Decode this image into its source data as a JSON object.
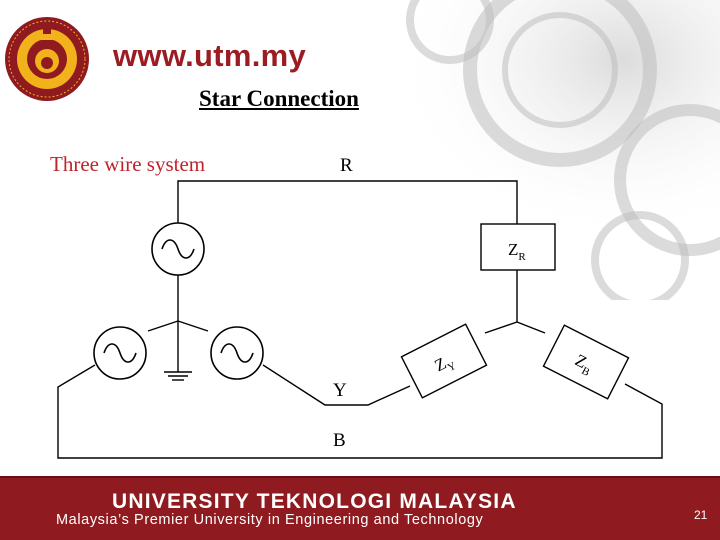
{
  "header": {
    "site_url": "www.utm.my",
    "logo_icon": "utm-crest-logo"
  },
  "slide": {
    "title": "Star Connection",
    "subtitle": "Three wire system"
  },
  "diagram": {
    "line_labels": {
      "r": "R",
      "y": "Y",
      "b": "B"
    },
    "impedances": [
      {
        "id": "zr",
        "main": "Z",
        "sub": "R"
      },
      {
        "id": "zy",
        "main": "Z",
        "sub": "Y"
      },
      {
        "id": "zb",
        "main": "Z",
        "sub": "B"
      }
    ],
    "sources": [
      "ac-source-icon",
      "ac-source-icon",
      "ac-source-icon"
    ],
    "ground": "ground-icon"
  },
  "footer": {
    "university": "UNIVERSITY TEKNOLOGI MALAYSIA",
    "tagline": "Malaysia’s Premier University in Engineering and Technology",
    "page_number": "21"
  },
  "colors": {
    "brand_red": "#8f1a1f",
    "accent_red": "#c0222a",
    "logo_gold": "#f2b21b"
  }
}
